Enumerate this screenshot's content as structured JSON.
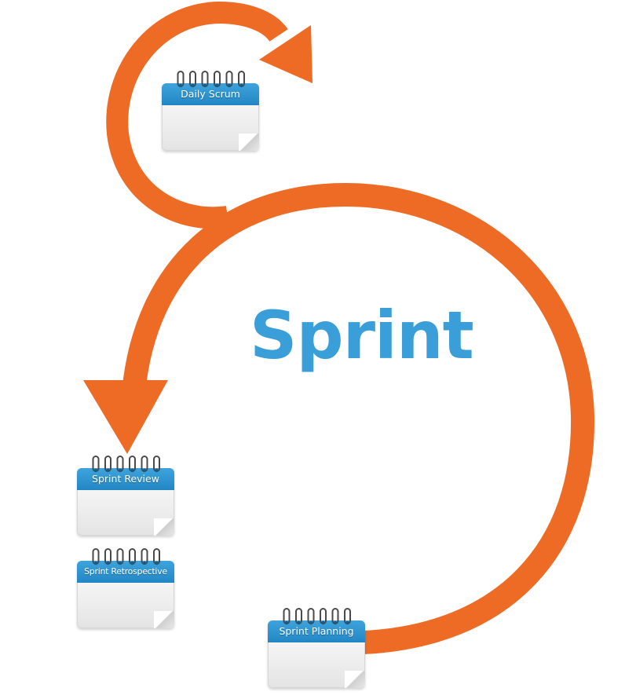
{
  "title": "Sprint",
  "colors": {
    "arrow": "#ee6b25",
    "title": "#3a9fd8",
    "calendar_band": "#2a8dcc"
  },
  "calendars": {
    "daily_scrum": "Daily Scrum",
    "sprint_review": "Sprint Review",
    "sprint_retrospective": "Sprint Retrospective",
    "sprint_planning": "Sprint Planning"
  },
  "icons": {
    "calendar": "calendar-icon",
    "arrow": "circular-arrow"
  }
}
